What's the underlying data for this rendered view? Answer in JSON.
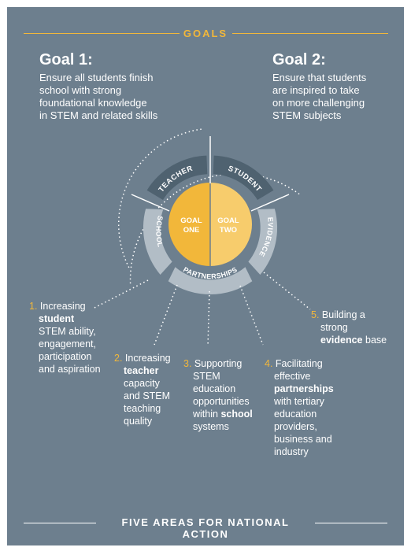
{
  "header": {
    "title": "GOALS"
  },
  "goals": [
    {
      "title": "Goal 1:",
      "lines": [
        "Ensure all students finish",
        "school with strong",
        "foundational knowledge",
        "in STEM and related skills"
      ]
    },
    {
      "title": "Goal 2:",
      "lines": [
        "Ensure that students",
        "are inspired to take",
        "on more challenging",
        "STEM subjects"
      ]
    }
  ],
  "wheel": {
    "core": {
      "left": [
        "GOAL",
        "ONE"
      ],
      "right": [
        "GOAL",
        "TWO"
      ]
    },
    "ring": {
      "teacher": "TEACHER",
      "student": "STUDENT",
      "school": "SCHOOL",
      "evidence": "EVIDENCE",
      "partnerships": "PARTNERSHIPS"
    }
  },
  "areas": [
    {
      "num": "1.",
      "lines": [
        [
          "Increasing"
        ],
        [
          {
            "b": "student"
          }
        ],
        [
          "STEM ability,"
        ],
        [
          "engagement,"
        ],
        [
          "participation"
        ],
        [
          "and aspiration"
        ]
      ]
    },
    {
      "num": "2.",
      "lines": [
        [
          "Increasing"
        ],
        [
          {
            "b": "teacher"
          }
        ],
        [
          "capacity"
        ],
        [
          "and STEM"
        ],
        [
          "teaching"
        ],
        [
          "quality"
        ]
      ]
    },
    {
      "num": "3.",
      "lines": [
        [
          "Supporting"
        ],
        [
          "STEM"
        ],
        [
          "education"
        ],
        [
          "opportunities"
        ],
        [
          "within ",
          {
            "b": "school"
          }
        ],
        [
          "systems"
        ]
      ]
    },
    {
      "num": "4.",
      "lines": [
        [
          "Facilitating"
        ],
        [
          "effective"
        ],
        [
          {
            "b": "partnerships"
          }
        ],
        [
          "with tertiary"
        ],
        [
          "education"
        ],
        [
          "providers,"
        ],
        [
          "business and"
        ],
        [
          "industry"
        ]
      ]
    },
    {
      "num": "5.",
      "lines": [
        [
          "Building a"
        ],
        [
          "strong"
        ],
        [
          {
            "b": "evidence"
          },
          " base"
        ]
      ]
    }
  ],
  "footer": {
    "title": "FIVE AREAS FOR NATIONAL ACTION"
  },
  "colors": {
    "background": "#6d7f8e",
    "gold": "#f2b73a",
    "gold_light": "#f7cc6c",
    "dark_ring": "#4f6270",
    "light_ring": "#b2bdc6",
    "white": "#ffffff"
  }
}
